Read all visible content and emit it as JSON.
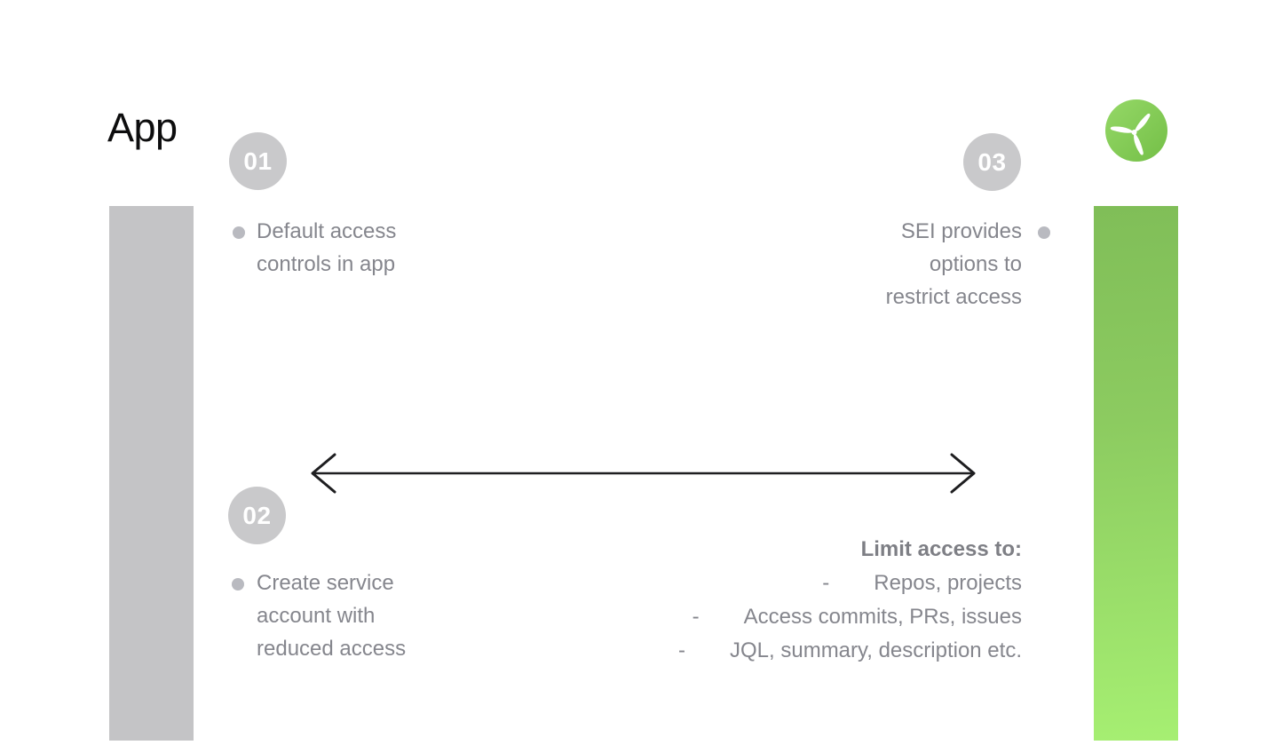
{
  "title": "App",
  "logo_icon": "turbine-logo",
  "colors": {
    "left_bar_gray": "#c4c4c6",
    "right_bar_green_top": "#80be58",
    "right_bar_green_bottom": "#a6ef72",
    "step_circle_gray": "#c9c9cb",
    "body_text_gray": "#85868d",
    "heading_text_gray": "#7e7f85",
    "bullet_dot_gray": "#b9bac0",
    "arrow_black": "#1e1e20",
    "logo_green_light": "#95d867",
    "logo_green_dark": "#74bf47"
  },
  "steps": [
    {
      "id": "01",
      "lines": [
        "Default access",
        "controls in app"
      ]
    },
    {
      "id": "02",
      "lines": [
        "Create service",
        "account with",
        "reduced access"
      ]
    },
    {
      "id": "03",
      "lines": [
        "SEI provides",
        "options to",
        "restrict access"
      ]
    }
  ],
  "limit_list": {
    "heading": "Limit access to:",
    "items": [
      {
        "dash": "-",
        "text": "Repos, projects"
      },
      {
        "dash": "-",
        "text": "Access commits, PRs, issues"
      },
      {
        "dash": "-",
        "text": "JQL, summary, description etc."
      }
    ]
  }
}
